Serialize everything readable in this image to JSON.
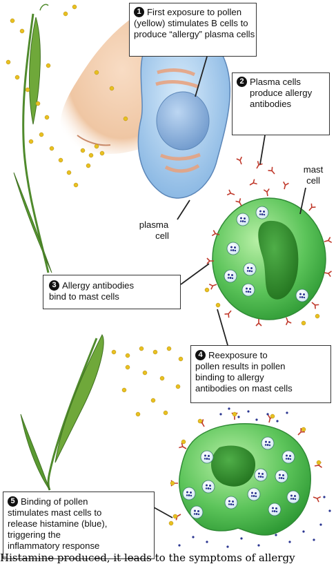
{
  "steps": [
    {
      "num": "1",
      "lines": [
        "First exposure to pollen",
        "(yellow) stimulates B cells to",
        "produce “allergy” plasma cells"
      ]
    },
    {
      "num": "2",
      "lines": [
        "Plasma cells",
        "produce allergy",
        "antibodies"
      ]
    },
    {
      "num": "3",
      "lines": [
        "Allergy antibodies",
        "bind to mast cells"
      ]
    },
    {
      "num": "4",
      "lines": [
        "Reexposure to",
        "pollen results in pollen",
        "binding to allergy",
        "antibodies on mast cells"
      ]
    },
    {
      "num": "5",
      "lines": [
        "Binding of pollen",
        "stimulates mast cells to",
        "release histamine (blue),",
        "triggering the",
        "inflammatory response"
      ]
    }
  ],
  "labels": {
    "plasma_cell": [
      "plasma",
      "cell"
    ],
    "mast_cell": [
      "mast",
      "cell"
    ]
  },
  "colors": {
    "pollen": "#e8c020",
    "plasma_cell": "#a8cdee",
    "plasma_nucleus": "#7fa8d6",
    "mast_cell": "#5ec25a",
    "mast_nucleus": "#2f8a2c",
    "antibody": "#c0392b",
    "histamine": "#2a3590",
    "grass": "#4f8a2c",
    "skin": "#f1c8a6"
  },
  "bottom_caption": "Histamine produced, it leads to the symptoms of allergy"
}
